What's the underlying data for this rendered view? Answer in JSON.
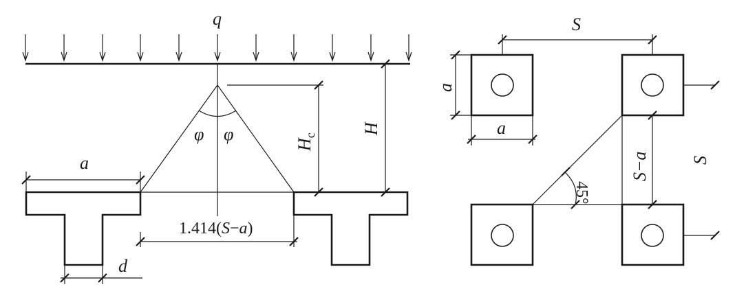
{
  "labels": {
    "load": "q",
    "pile_width": "a",
    "spacing_diag": "1.414(S−a)",
    "pile_dim": "d",
    "arch_height": "H",
    "arch_height_sub": "c",
    "embankment_height": "H",
    "angle": "φ",
    "plan_spacing": "S",
    "plan_a_vertical": "a",
    "plan_a_horizontal": "a",
    "plan_gap": "S−a",
    "plan_spacing_vertical": "S",
    "plan_angle": "45°"
  }
}
